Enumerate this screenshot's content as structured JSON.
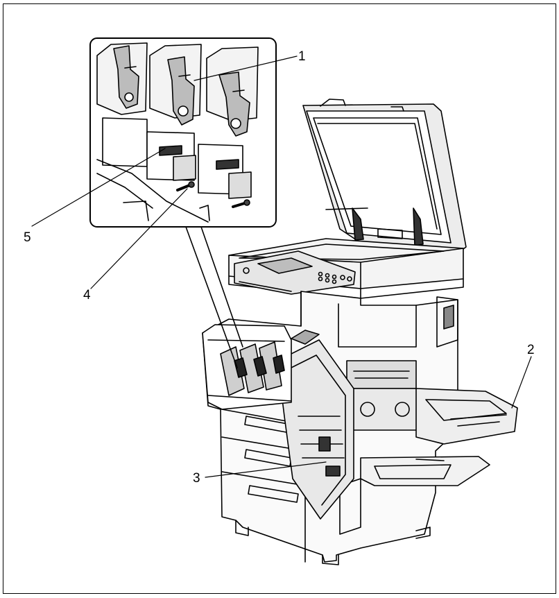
{
  "callouts": [
    {
      "id": "1",
      "label": "1"
    },
    {
      "id": "2",
      "label": "2"
    },
    {
      "id": "3",
      "label": "3"
    },
    {
      "id": "4",
      "label": "4"
    },
    {
      "id": "5",
      "label": "5"
    }
  ],
  "colors": {
    "line": "#000000",
    "background": "#ffffff",
    "shade": "#d0d0d0"
  }
}
